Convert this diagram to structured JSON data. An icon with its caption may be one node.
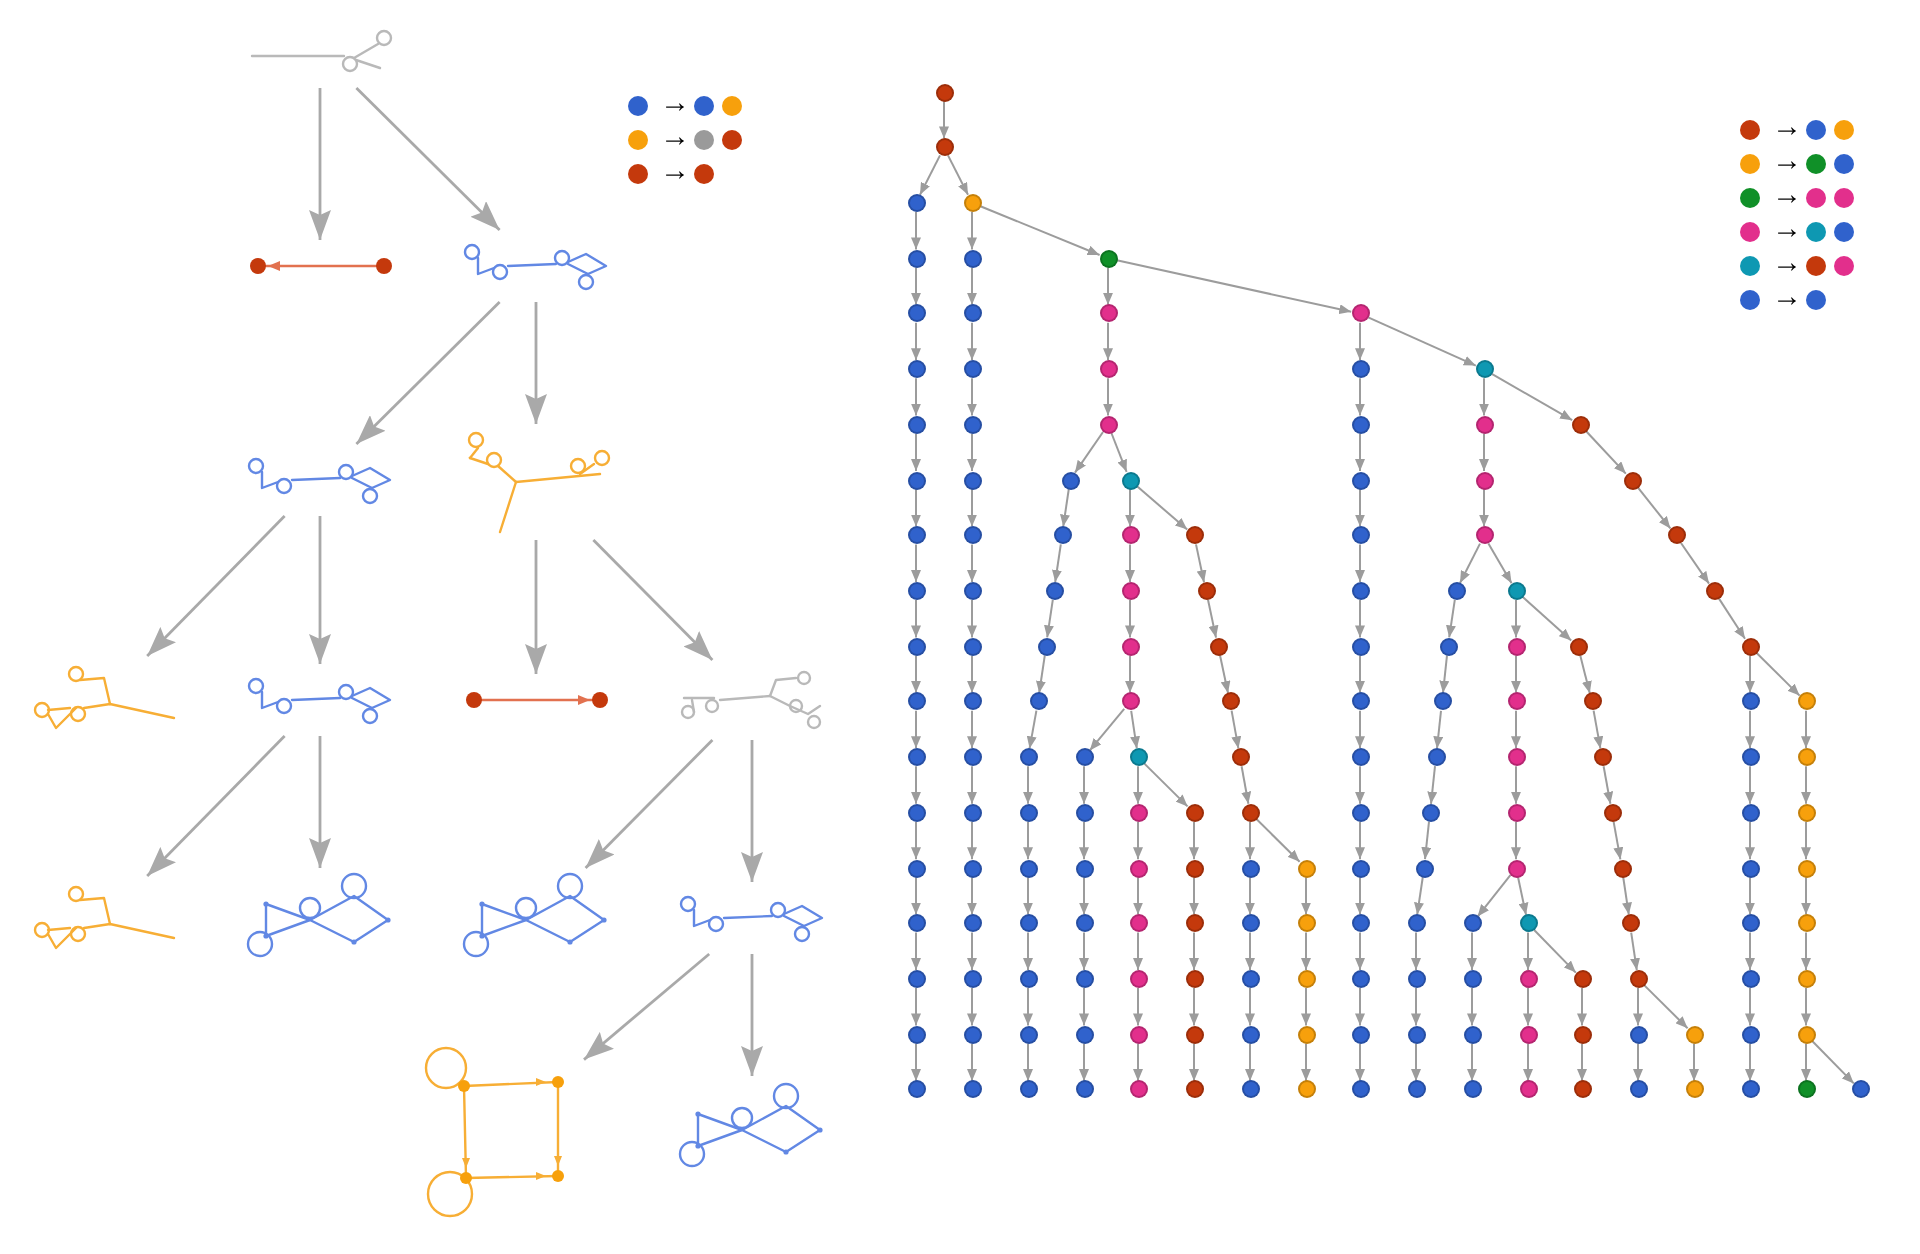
{
  "diagram": {
    "nodes": [
      {
        "text": [],
        "shape": "picture"
      },
      {
        "text": [],
        "shape": "picture"
      },
      {
        "text": [],
        "shape": "picture"
      },
      {
        "text": [],
        "shape": "picture"
      },
      {
        "text": [],
        "shape": "picture"
      },
      {
        "text": [],
        "shape": "picture"
      },
      {
        "text": [],
        "shape": "picture"
      },
      {
        "text": [],
        "shape": "picture"
      },
      {
        "text": [],
        "shape": "picture"
      },
      {
        "text": [],
        "shape": "picture"
      },
      {
        "text": [],
        "shape": "picture"
      },
      {
        "text": [],
        "shape": "picture"
      },
      {
        "text": [],
        "shape": "picture"
      },
      {
        "text": [],
        "shape": "picture"
      },
      {
        "text": [],
        "shape": "picture"
      },
      {
        "text": [],
        "shape": "circle"
      },
      {
        "text": [],
        "shape": "circle"
      },
      {
        "text": [],
        "shape": "circle"
      },
      {
        "text": [],
        "shape": "circle"
      },
      {
        "text": [],
        "shape": "circle"
      },
      {
        "text": [],
        "shape": "circle"
      },
      {
        "text": [],
        "shape": "circle"
      },
      {
        "text": [],
        "shape": "circle"
      },
      {
        "text": [],
        "shape": "circle"
      },
      {
        "text": [],
        "shape": "circle"
      },
      {
        "text": [],
        "shape": "circle"
      },
      {
        "text": [],
        "shape": "circle"
      },
      {
        "text": [],
        "shape": "circle"
      },
      {
        "text": [],
        "shape": "circle"
      },
      {
        "text": [],
        "shape": "circle"
      },
      {
        "text": [],
        "shape": "circle"
      },
      {
        "text": [],
        "shape": "circle"
      },
      {
        "text": [],
        "shape": "circle"
      },
      {
        "text": [],
        "shape": "circle"
      },
      {
        "text": [],
        "shape": "circle"
      },
      {
        "text": [],
        "shape": "circle"
      },
      {
        "text": [],
        "shape": "circle"
      },
      {
        "text": [],
        "shape": "circle"
      },
      {
        "text": [],
        "shape": "circle"
      },
      {
        "text": [],
        "shape": "circle"
      },
      {
        "text": [],
        "shape": "circle"
      },
      {
        "text": [],
        "shape": "circle"
      },
      {
        "text": [],
        "shape": "circle"
      },
      {
        "text": [],
        "shape": "circle"
      },
      {
        "text": [],
        "shape": "circle"
      },
      {
        "text": [],
        "shape": "circle"
      },
      {
        "text": [],
        "shape": "circle"
      },
      {
        "text": [],
        "shape": "circle"
      },
      {
        "text": [],
        "shape": "circle"
      },
      {
        "text": [],
        "shape": "circle"
      },
      {
        "text": [],
        "shape": "circle"
      },
      {
        "text": [],
        "shape": "circle"
      },
      {
        "text": [],
        "shape": "circle"
      },
      {
        "text": [],
        "shape": "circle"
      },
      {
        "text": [],
        "shape": "circle"
      },
      {
        "text": [],
        "shape": "circle"
      },
      {
        "text": [],
        "shape": "circle"
      },
      {
        "text": [],
        "shape": "circle"
      },
      {
        "text": [],
        "shape": "circle"
      },
      {
        "text": [],
        "shape": "circle"
      },
      {
        "text": [],
        "shape": "circle"
      },
      {
        "text": [],
        "shape": "circle"
      },
      {
        "text": [],
        "shape": "circle"
      },
      {
        "text": [],
        "shape": "circle"
      },
      {
        "text": [],
        "shape": "circle"
      },
      {
        "text": [],
        "shape": "circle"
      },
      {
        "text": [],
        "shape": "circle"
      },
      {
        "text": [],
        "shape": "circle"
      },
      {
        "text": [],
        "shape": "circle"
      },
      {
        "text": [],
        "shape": "circle"
      },
      {
        "text": [],
        "shape": "circle"
      },
      {
        "text": [],
        "shape": "circle"
      },
      {
        "text": [],
        "shape": "circle"
      },
      {
        "text": [],
        "shape": "circle"
      },
      {
        "text": [],
        "shape": "circle"
      },
      {
        "text": [],
        "shape": "circle"
      },
      {
        "text": [],
        "shape": "circle"
      },
      {
        "text": [],
        "shape": "circle"
      },
      {
        "text": [],
        "shape": "circle"
      },
      {
        "text": [],
        "shape": "circle"
      },
      {
        "text": [],
        "shape": "circle"
      },
      {
        "text": [],
        "shape": "circle"
      },
      {
        "text": [],
        "shape": "circle"
      },
      {
        "text": [],
        "shape": "circle"
      },
      {
        "text": [],
        "shape": "circle"
      },
      {
        "text": [],
        "shape": "circle"
      },
      {
        "text": [],
        "shape": "circle"
      },
      {
        "text": [],
        "shape": "circle"
      },
      {
        "text": [],
        "shape": "circle"
      },
      {
        "text": [],
        "shape": "circle"
      },
      {
        "text": [],
        "shape": "circle"
      },
      {
        "text": [],
        "shape": "circle"
      },
      {
        "text": [],
        "shape": "circle"
      },
      {
        "text": [],
        "shape": "circle"
      },
      {
        "text": [],
        "shape": "circle"
      },
      {
        "text": [],
        "shape": "circle"
      },
      {
        "text": [],
        "shape": "circle"
      },
      {
        "text": [],
        "shape": "circle"
      },
      {
        "text": [],
        "shape": "circle"
      },
      {
        "text": [],
        "shape": "circle"
      },
      {
        "text": [],
        "shape": "circle"
      },
      {
        "text": [],
        "shape": "circle"
      },
      {
        "text": [],
        "shape": "circle"
      },
      {
        "text": [],
        "shape": "circle"
      },
      {
        "text": [],
        "shape": "circle"
      },
      {
        "text": [],
        "shape": "circle"
      },
      {
        "text": [],
        "shape": "circle"
      },
      {
        "text": [],
        "shape": "circle"
      },
      {
        "text": [],
        "shape": "circle"
      },
      {
        "text": [],
        "shape": "circle"
      },
      {
        "text": [],
        "shape": "circle"
      },
      {
        "text": [],
        "shape": "circle"
      },
      {
        "text": [],
        "shape": "circle"
      },
      {
        "text": [],
        "shape": "circle"
      },
      {
        "text": [],
        "shape": "circle"
      },
      {
        "text": [],
        "shape": "circle"
      },
      {
        "text": [],
        "shape": "circle"
      },
      {
        "text": [],
        "shape": "circle"
      },
      {
        "text": [],
        "shape": "circle"
      },
      {
        "text": [],
        "shape": "circle"
      },
      {
        "text": [],
        "shape": "circle"
      },
      {
        "text": [],
        "shape": "circle"
      },
      {
        "text": [],
        "shape": "circle"
      },
      {
        "text": [],
        "shape": "circle"
      },
      {
        "text": [],
        "shape": "circle"
      },
      {
        "text": [],
        "shape": "circle"
      },
      {
        "text": [],
        "shape": "circle"
      },
      {
        "text": [],
        "shape": "circle"
      },
      {
        "text": [],
        "shape": "circle"
      },
      {
        "text": [],
        "shape": "circle"
      },
      {
        "text": [],
        "shape": "circle"
      },
      {
        "text": [],
        "shape": "circle"
      },
      {
        "text": [],
        "shape": "circle"
      },
      {
        "text": [],
        "shape": "circle"
      },
      {
        "text": [],
        "shape": "circle"
      },
      {
        "text": [],
        "shape": "circle"
      },
      {
        "text": [],
        "shape": "circle"
      },
      {
        "text": [],
        "shape": "circle"
      },
      {
        "text": [],
        "shape": "circle"
      },
      {
        "text": [],
        "shape": "circle"
      },
      {
        "text": [],
        "shape": "circle"
      },
      {
        "text": [],
        "shape": "circle"
      },
      {
        "text": [],
        "shape": "circle"
      },
      {
        "text": [],
        "shape": "circle"
      },
      {
        "text": [],
        "shape": "circle"
      },
      {
        "text": [],
        "shape": "circle"
      },
      {
        "text": [],
        "shape": "circle"
      },
      {
        "text": [],
        "shape": "circle"
      },
      {
        "text": [],
        "shape": "circle"
      },
      {
        "text": [],
        "shape": "circle"
      },
      {
        "text": [],
        "shape": "circle"
      },
      {
        "text": [],
        "shape": "circle"
      },
      {
        "text": [],
        "shape": "circle"
      },
      {
        "text": [],
        "shape": "circle"
      },
      {
        "text": [],
        "shape": "circle"
      },
      {
        "text": [],
        "shape": "circle"
      },
      {
        "text": [],
        "shape": "circle"
      },
      {
        "text": [],
        "shape": "circle"
      },
      {
        "text": [],
        "shape": "circle"
      },
      {
        "text": [],
        "shape": "circle"
      },
      {
        "text": [],
        "shape": "circle"
      },
      {
        "text": [],
        "shape": "circle"
      },
      {
        "text": [],
        "shape": "circle"
      },
      {
        "text": [],
        "shape": "circle"
      },
      {
        "text": [],
        "shape": "circle"
      },
      {
        "text": [],
        "shape": "circle"
      },
      {
        "text": [],
        "shape": "circle"
      },
      {
        "text": [],
        "shape": "circle"
      },
      {
        "text": [],
        "shape": "circle"
      },
      {
        "text": [],
        "shape": "circle"
      },
      {
        "text": [],
        "shape": "circle"
      },
      {
        "text": [],
        "shape": "circle"
      },
      {
        "text": [],
        "shape": "circle"
      },
      {
        "text": [],
        "shape": "circle"
      },
      {
        "text": [],
        "shape": "circle"
      },
      {
        "text": [],
        "shape": "circle"
      },
      {
        "text": [],
        "shape": "circle"
      },
      {
        "text": [],
        "shape": "circle"
      },
      {
        "text": [],
        "shape": "circle"
      },
      {
        "text": [],
        "shape": "circle"
      },
      {
        "text": [],
        "shape": "circle"
      },
      {
        "text": [],
        "shape": "circle"
      },
      {
        "text": [],
        "shape": "circle"
      },
      {
        "text": [],
        "shape": "circle"
      },
      {
        "text": [],
        "shape": "circle"
      },
      {
        "text": [],
        "shape": "circle"
      },
      {
        "text": [],
        "shape": "circle"
      }
    ],
    "edges": [
      {
        "from": 0,
        "to": 1,
        "arrow": "to"
      },
      {
        "from": 0,
        "to": 2,
        "arrow": "to"
      },
      {
        "from": 2,
        "to": 3,
        "arrow": "to"
      },
      {
        "from": 2,
        "to": 4,
        "arrow": "to"
      },
      {
        "from": 3,
        "to": 5,
        "arrow": "to"
      },
      {
        "from": 3,
        "to": 6,
        "arrow": "to"
      },
      {
        "from": 4,
        "to": 7,
        "arrow": "to"
      },
      {
        "from": 4,
        "to": 8,
        "arrow": "to"
      },
      {
        "from": 6,
        "to": 9,
        "arrow": "to"
      },
      {
        "from": 6,
        "to": 10,
        "arrow": "to"
      },
      {
        "from": 8,
        "to": 11,
        "arrow": "to"
      },
      {
        "from": 8,
        "to": 12,
        "arrow": "to"
      },
      {
        "from": 12,
        "to": 13,
        "arrow": "to"
      },
      {
        "from": 12,
        "to": 14,
        "arrow": "to"
      },
      {
        "from": 15,
        "to": 16,
        "arrow": "to"
      },
      {
        "from": 16,
        "to": 17,
        "arrow": "to"
      },
      {
        "from": 17,
        "to": 18,
        "arrow": "to"
      },
      {
        "from": 18,
        "to": 19,
        "arrow": "to"
      },
      {
        "from": 19,
        "to": 20,
        "arrow": "to"
      },
      {
        "from": 20,
        "to": 21,
        "arrow": "to"
      },
      {
        "from": 21,
        "to": 22,
        "arrow": "to"
      },
      {
        "from": 22,
        "to": 23,
        "arrow": "to"
      },
      {
        "from": 23,
        "to": 24,
        "arrow": "to"
      },
      {
        "from": 24,
        "to": 25,
        "arrow": "to"
      },
      {
        "from": 25,
        "to": 26,
        "arrow": "to"
      },
      {
        "from": 26,
        "to": 27,
        "arrow": "to"
      },
      {
        "from": 27,
        "to": 28,
        "arrow": "to"
      },
      {
        "from": 28,
        "to": 29,
        "arrow": "to"
      },
      {
        "from": 29,
        "to": 30,
        "arrow": "to"
      },
      {
        "from": 30,
        "to": 31,
        "arrow": "to"
      },
      {
        "from": 31,
        "to": 32,
        "arrow": "to"
      },
      {
        "from": 32,
        "to": 33,
        "arrow": "to"
      },
      {
        "from": 16,
        "to": 34,
        "arrow": "to"
      },
      {
        "from": 34,
        "to": 35,
        "arrow": "to"
      },
      {
        "from": 35,
        "to": 36,
        "arrow": "to"
      },
      {
        "from": 36,
        "to": 37,
        "arrow": "to"
      },
      {
        "from": 37,
        "to": 38,
        "arrow": "to"
      },
      {
        "from": 38,
        "to": 39,
        "arrow": "to"
      },
      {
        "from": 39,
        "to": 40,
        "arrow": "to"
      },
      {
        "from": 40,
        "to": 41,
        "arrow": "to"
      },
      {
        "from": 41,
        "to": 42,
        "arrow": "to"
      },
      {
        "from": 42,
        "to": 43,
        "arrow": "to"
      },
      {
        "from": 43,
        "to": 44,
        "arrow": "to"
      },
      {
        "from": 44,
        "to": 45,
        "arrow": "to"
      },
      {
        "from": 45,
        "to": 46,
        "arrow": "to"
      },
      {
        "from": 46,
        "to": 47,
        "arrow": "to"
      },
      {
        "from": 47,
        "to": 48,
        "arrow": "to"
      },
      {
        "from": 48,
        "to": 49,
        "arrow": "to"
      },
      {
        "from": 49,
        "to": 50,
        "arrow": "to"
      },
      {
        "from": 34,
        "to": 51,
        "arrow": "to"
      },
      {
        "from": 51,
        "to": 52,
        "arrow": "to"
      },
      {
        "from": 52,
        "to": 53,
        "arrow": "to"
      },
      {
        "from": 53,
        "to": 54,
        "arrow": "to"
      },
      {
        "from": 54,
        "to": 55,
        "arrow": "to"
      },
      {
        "from": 55,
        "to": 56,
        "arrow": "to"
      },
      {
        "from": 56,
        "to": 57,
        "arrow": "to"
      },
      {
        "from": 57,
        "to": 58,
        "arrow": "to"
      },
      {
        "from": 58,
        "to": 59,
        "arrow": "to"
      },
      {
        "from": 59,
        "to": 60,
        "arrow": "to"
      },
      {
        "from": 60,
        "to": 61,
        "arrow": "to"
      },
      {
        "from": 61,
        "to": 62,
        "arrow": "to"
      },
      {
        "from": 62,
        "to": 63,
        "arrow": "to"
      },
      {
        "from": 63,
        "to": 64,
        "arrow": "to"
      },
      {
        "from": 64,
        "to": 65,
        "arrow": "to"
      },
      {
        "from": 65,
        "to": 66,
        "arrow": "to"
      },
      {
        "from": 54,
        "to": 67,
        "arrow": "to"
      },
      {
        "from": 67,
        "to": 68,
        "arrow": "to"
      },
      {
        "from": 68,
        "to": 69,
        "arrow": "to"
      },
      {
        "from": 69,
        "to": 70,
        "arrow": "to"
      },
      {
        "from": 70,
        "to": 71,
        "arrow": "to"
      },
      {
        "from": 67,
        "to": 72,
        "arrow": "to"
      },
      {
        "from": 72,
        "to": 73,
        "arrow": "to"
      },
      {
        "from": 73,
        "to": 74,
        "arrow": "to"
      },
      {
        "from": 74,
        "to": 75,
        "arrow": "to"
      },
      {
        "from": 75,
        "to": 76,
        "arrow": "to"
      },
      {
        "from": 76,
        "to": 77,
        "arrow": "to"
      },
      {
        "from": 77,
        "to": 78,
        "arrow": "to"
      },
      {
        "from": 78,
        "to": 79,
        "arrow": "to"
      },
      {
        "from": 79,
        "to": 80,
        "arrow": "to"
      },
      {
        "from": 80,
        "to": 81,
        "arrow": "to"
      },
      {
        "from": 81,
        "to": 82,
        "arrow": "to"
      },
      {
        "from": 77,
        "to": 83,
        "arrow": "to"
      },
      {
        "from": 83,
        "to": 84,
        "arrow": "to"
      },
      {
        "from": 84,
        "to": 85,
        "arrow": "to"
      },
      {
        "from": 85,
        "to": 86,
        "arrow": "to"
      },
      {
        "from": 86,
        "to": 87,
        "arrow": "to"
      },
      {
        "from": 71,
        "to": 88,
        "arrow": "to"
      },
      {
        "from": 88,
        "to": 89,
        "arrow": "to"
      },
      {
        "from": 89,
        "to": 90,
        "arrow": "to"
      },
      {
        "from": 90,
        "to": 91,
        "arrow": "to"
      },
      {
        "from": 91,
        "to": 92,
        "arrow": "to"
      },
      {
        "from": 92,
        "to": 93,
        "arrow": "to"
      },
      {
        "from": 93,
        "to": 94,
        "arrow": "to"
      },
      {
        "from": 71,
        "to": 95,
        "arrow": "to"
      },
      {
        "from": 95,
        "to": 96,
        "arrow": "to"
      },
      {
        "from": 96,
        "to": 97,
        "arrow": "to"
      },
      {
        "from": 97,
        "to": 98,
        "arrow": "to"
      },
      {
        "from": 98,
        "to": 99,
        "arrow": "to"
      },
      {
        "from": 99,
        "to": 100,
        "arrow": "to"
      },
      {
        "from": 100,
        "to": 101,
        "arrow": "to"
      },
      {
        "from": 95,
        "to": 102,
        "arrow": "to"
      },
      {
        "from": 102,
        "to": 103,
        "arrow": "to"
      },
      {
        "from": 103,
        "to": 104,
        "arrow": "to"
      },
      {
        "from": 104,
        "to": 105,
        "arrow": "to"
      },
      {
        "from": 105,
        "to": 106,
        "arrow": "to"
      },
      {
        "from": 106,
        "to": 107,
        "arrow": "to"
      },
      {
        "from": 51,
        "to": 108,
        "arrow": "to"
      },
      {
        "from": 108,
        "to": 109,
        "arrow": "to"
      },
      {
        "from": 109,
        "to": 110,
        "arrow": "to"
      },
      {
        "from": 110,
        "to": 111,
        "arrow": "to"
      },
      {
        "from": 111,
        "to": 112,
        "arrow": "to"
      },
      {
        "from": 112,
        "to": 113,
        "arrow": "to"
      },
      {
        "from": 113,
        "to": 114,
        "arrow": "to"
      },
      {
        "from": 114,
        "to": 115,
        "arrow": "to"
      },
      {
        "from": 115,
        "to": 116,
        "arrow": "to"
      },
      {
        "from": 116,
        "to": 117,
        "arrow": "to"
      },
      {
        "from": 117,
        "to": 118,
        "arrow": "to"
      },
      {
        "from": 118,
        "to": 119,
        "arrow": "to"
      },
      {
        "from": 119,
        "to": 120,
        "arrow": "to"
      },
      {
        "from": 120,
        "to": 121,
        "arrow": "to"
      },
      {
        "from": 121,
        "to": 122,
        "arrow": "to"
      },
      {
        "from": 108,
        "to": 123,
        "arrow": "to"
      },
      {
        "from": 123,
        "to": 124,
        "arrow": "to"
      },
      {
        "from": 124,
        "to": 125,
        "arrow": "to"
      },
      {
        "from": 125,
        "to": 126,
        "arrow": "to"
      },
      {
        "from": 123,
        "to": 127,
        "arrow": "to"
      },
      {
        "from": 127,
        "to": 128,
        "arrow": "to"
      },
      {
        "from": 128,
        "to": 129,
        "arrow": "to"
      },
      {
        "from": 129,
        "to": 130,
        "arrow": "to"
      },
      {
        "from": 130,
        "to": 131,
        "arrow": "to"
      },
      {
        "from": 131,
        "to": 132,
        "arrow": "to"
      },
      {
        "from": 132,
        "to": 133,
        "arrow": "to"
      },
      {
        "from": 133,
        "to": 134,
        "arrow": "to"
      },
      {
        "from": 134,
        "to": 135,
        "arrow": "to"
      },
      {
        "from": 135,
        "to": 136,
        "arrow": "to"
      },
      {
        "from": 136,
        "to": 137,
        "arrow": "to"
      },
      {
        "from": 137,
        "to": 138,
        "arrow": "to"
      },
      {
        "from": 138,
        "to": 139,
        "arrow": "to"
      },
      {
        "from": 131,
        "to": 140,
        "arrow": "to"
      },
      {
        "from": 140,
        "to": 141,
        "arrow": "to"
      },
      {
        "from": 141,
        "to": 142,
        "arrow": "to"
      },
      {
        "from": 142,
        "to": 143,
        "arrow": "to"
      },
      {
        "from": 143,
        "to": 144,
        "arrow": "to"
      },
      {
        "from": 144,
        "to": 145,
        "arrow": "to"
      },
      {
        "from": 145,
        "to": 146,
        "arrow": "to"
      },
      {
        "from": 146,
        "to": 147,
        "arrow": "to"
      },
      {
        "from": 146,
        "to": 148,
        "arrow": "to"
      },
      {
        "from": 126,
        "to": 149,
        "arrow": "to"
      },
      {
        "from": 149,
        "to": 150,
        "arrow": "to"
      },
      {
        "from": 150,
        "to": 151,
        "arrow": "to"
      },
      {
        "from": 151,
        "to": 152,
        "arrow": "to"
      },
      {
        "from": 152,
        "to": 153,
        "arrow": "to"
      },
      {
        "from": 153,
        "to": 154,
        "arrow": "to"
      },
      {
        "from": 154,
        "to": 155,
        "arrow": "to"
      },
      {
        "from": 155,
        "to": 156,
        "arrow": "to"
      },
      {
        "from": 156,
        "to": 157,
        "arrow": "to"
      },
      {
        "from": 157,
        "to": 158,
        "arrow": "to"
      },
      {
        "from": 126,
        "to": 159,
        "arrow": "to"
      },
      {
        "from": 159,
        "to": 160,
        "arrow": "to"
      },
      {
        "from": 160,
        "to": 161,
        "arrow": "to"
      },
      {
        "from": 161,
        "to": 162,
        "arrow": "to"
      },
      {
        "from": 162,
        "to": 163,
        "arrow": "to"
      },
      {
        "from": 163,
        "to": 164,
        "arrow": "to"
      },
      {
        "from": 159,
        "to": 165,
        "arrow": "to"
      },
      {
        "from": 165,
        "to": 166,
        "arrow": "to"
      },
      {
        "from": 166,
        "to": 167,
        "arrow": "to"
      },
      {
        "from": 167,
        "to": 168,
        "arrow": "to"
      },
      {
        "from": 168,
        "to": 169,
        "arrow": "to"
      },
      {
        "from": 169,
        "to": 170,
        "arrow": "to"
      },
      {
        "from": 170,
        "to": 171,
        "arrow": "to"
      },
      {
        "from": 171,
        "to": 172,
        "arrow": "to"
      },
      {
        "from": 172,
        "to": 173,
        "arrow": "to"
      },
      {
        "from": 171,
        "to": 174,
        "arrow": "to"
      },
      {
        "from": 174,
        "to": 175,
        "arrow": "to"
      },
      {
        "from": 164,
        "to": 176,
        "arrow": "to"
      },
      {
        "from": 176,
        "to": 177,
        "arrow": "to"
      },
      {
        "from": 177,
        "to": 178,
        "arrow": "to"
      },
      {
        "from": 178,
        "to": 179,
        "arrow": "to"
      },
      {
        "from": 164,
        "to": 180,
        "arrow": "to"
      },
      {
        "from": 180,
        "to": 181,
        "arrow": "to"
      },
      {
        "from": 181,
        "to": 182,
        "arrow": "to"
      },
      {
        "from": 182,
        "to": 183,
        "arrow": "to"
      },
      {
        "from": 180,
        "to": 184,
        "arrow": "to"
      },
      {
        "from": 184,
        "to": 185,
        "arrow": "to"
      },
      {
        "from": 185,
        "to": 186,
        "arrow": "to"
      }
    ],
    "labels": [
      "→",
      "→",
      "→",
      "→",
      "→",
      "→",
      "→",
      "→",
      "→"
    ]
  }
}
